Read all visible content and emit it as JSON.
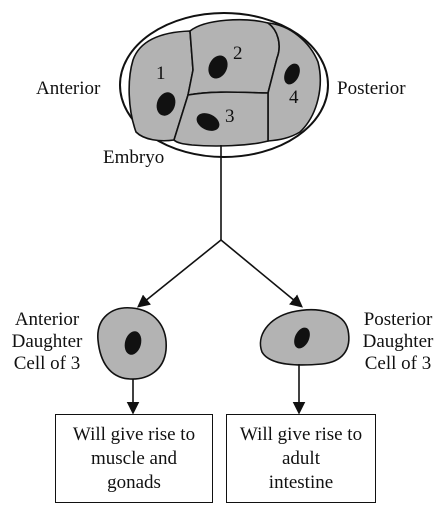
{
  "labels": {
    "anterior": "Anterior",
    "posterior": "Posterior",
    "embryo": "Embryo"
  },
  "cell_numbers": [
    "1",
    "2",
    "3",
    "4"
  ],
  "daughters": {
    "anterior": [
      "Anterior",
      "Daughter",
      "Cell of 3"
    ],
    "posterior": [
      "Posterior",
      "Daughter",
      "Cell of 3"
    ]
  },
  "fates": {
    "anterior": [
      "Will give rise to",
      "muscle and",
      "gonads"
    ],
    "posterior": [
      "Will give rise to",
      "adult",
      "intestine"
    ]
  },
  "colors": {
    "cell_fill": "#b3b3b3",
    "nucleus": "#111111",
    "line": "#111111"
  }
}
